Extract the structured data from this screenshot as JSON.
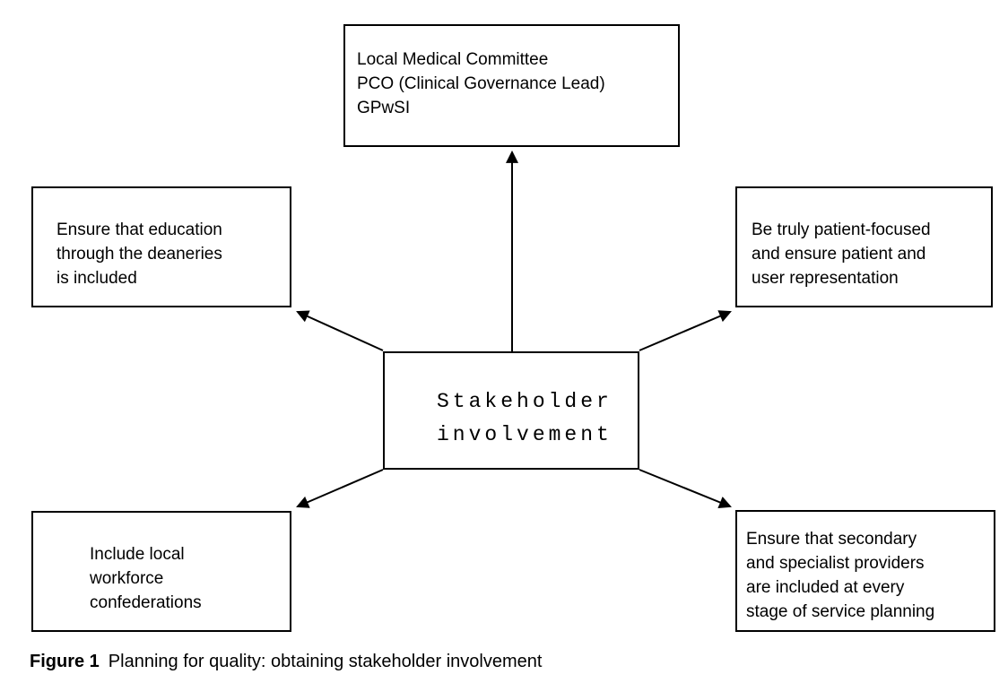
{
  "page": {
    "background_color": "#ffffff",
    "ink_color": "#000000"
  },
  "diagram": {
    "center_node": {
      "lines": [
        "Stakeholder",
        "involvement"
      ]
    },
    "top_node": {
      "lines": [
        "Local Medical Committee",
        "PCO (Clinical Governance Lead)",
        "GPwSI"
      ]
    },
    "top_left_node": {
      "lines": [
        "Ensure that education",
        "through the deaneries",
        "is included"
      ]
    },
    "top_right_node": {
      "lines": [
        "Be truly patient-focused",
        "and ensure patient and",
        "user representation"
      ]
    },
    "bottom_left_node": {
      "lines": [
        "Include local",
        "workforce",
        "confederations"
      ]
    },
    "bottom_right_node": {
      "lines": [
        "Ensure that secondary",
        "and specialist providers",
        "are included at every",
        "stage of service planning"
      ]
    },
    "caption": {
      "label": "Figure 1",
      "text": "Planning for quality: obtaining stakeholder involvement"
    }
  }
}
